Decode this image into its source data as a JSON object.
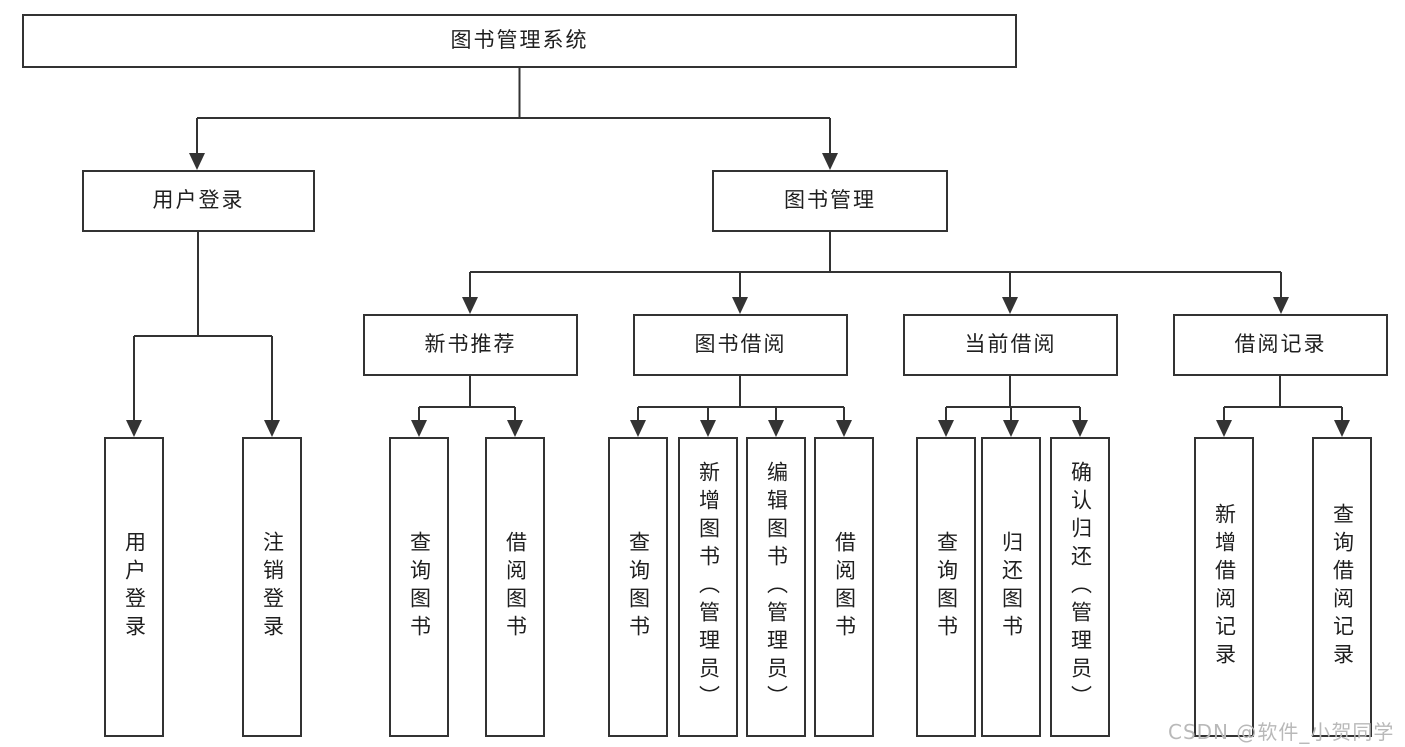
{
  "diagram": {
    "root": {
      "label": "图书管理系统"
    },
    "branches": [
      {
        "label": "用户登录",
        "children": [
          {
            "label": "用户登录"
          },
          {
            "label": "注销登录"
          }
        ]
      },
      {
        "label": "图书管理",
        "children": [
          {
            "label": "新书推荐",
            "children": [
              {
                "label": "查询图书"
              },
              {
                "label": "借阅图书"
              }
            ]
          },
          {
            "label": "图书借阅",
            "children": [
              {
                "label": "查询图书"
              },
              {
                "label": "新增图书（管理员）"
              },
              {
                "label": "编辑图书（管理员）"
              },
              {
                "label": "借阅图书"
              }
            ]
          },
          {
            "label": "当前借阅",
            "children": [
              {
                "label": "查询图书"
              },
              {
                "label": "归还图书"
              },
              {
                "label": "确认归还（管理员）"
              }
            ]
          },
          {
            "label": "借阅记录",
            "children": [
              {
                "label": "新增借阅记录"
              },
              {
                "label": "查询借阅记录"
              }
            ]
          }
        ]
      }
    ]
  },
  "watermark": "CSDN @软件_小贺同学",
  "colors": {
    "line": "#333333",
    "box_border": "#333333",
    "text": "#1f1f1f",
    "watermark": "#b9b9b9",
    "background": "#ffffff"
  }
}
